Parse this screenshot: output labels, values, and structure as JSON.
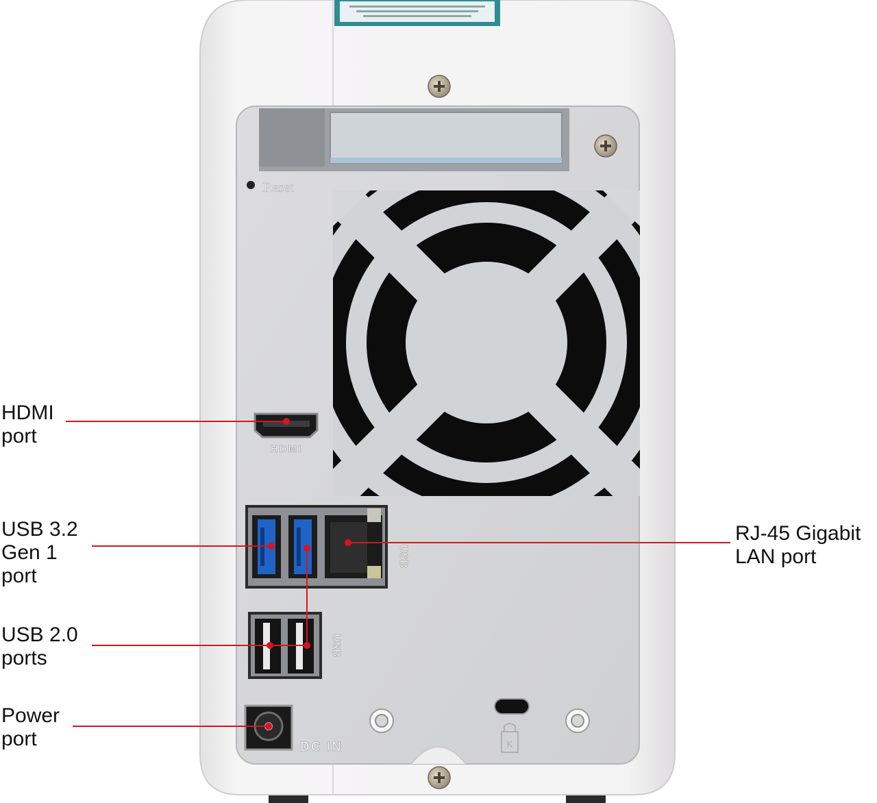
{
  "panel_labels": {
    "reset": "Reset",
    "hdmi": "HDMI",
    "usb_upper": "USB",
    "usb_lower": "USB",
    "dc_in": "DC  IN"
  },
  "callouts": {
    "hdmi": {
      "lines": [
        "HDMI",
        "port"
      ]
    },
    "usb32": {
      "lines": [
        "USB 3.2",
        "Gen 1",
        "port"
      ]
    },
    "usb20": {
      "lines": [
        "USB 2.0",
        "ports"
      ]
    },
    "power": {
      "lines": [
        "Power",
        "port"
      ]
    },
    "rj45": {
      "lines": [
        "RJ-45 Gigabit",
        "LAN port"
      ]
    }
  },
  "colors": {
    "leader_line": "#d9141e",
    "usb32_port": "#1f63c6",
    "panel": "#d9d9dc",
    "case": "#f1f0f1"
  }
}
